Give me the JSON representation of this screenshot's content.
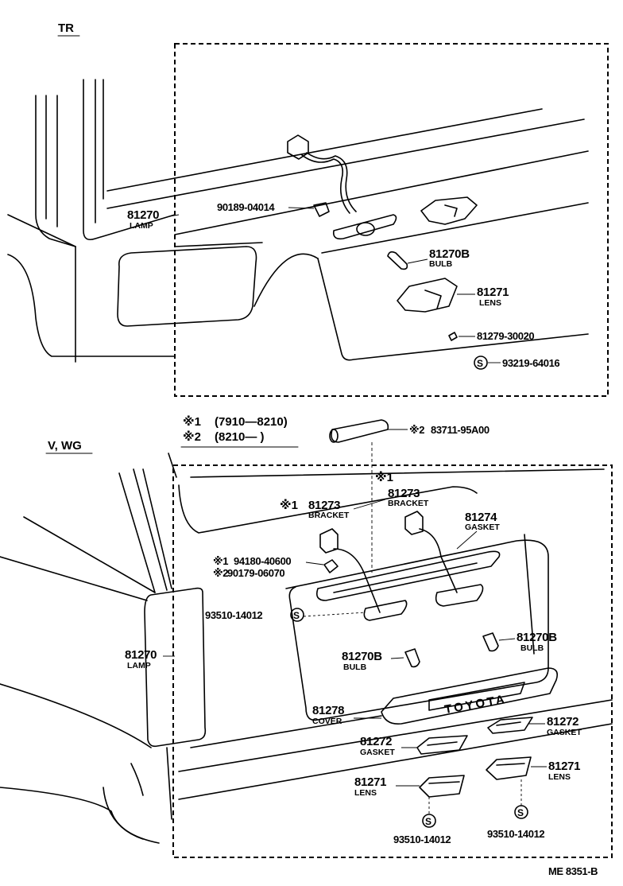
{
  "sections": {
    "top": "TR",
    "bottom": "V, WG"
  },
  "notes": {
    "n1_mark": "※1",
    "n1_range": "(7910—8210)",
    "n2_mark": "※2",
    "n2_range": "(8210—      )",
    "star1": "※1"
  },
  "tr": {
    "lamp": {
      "number": "81270",
      "name": "LAMP"
    },
    "screw": {
      "number": "90189-04014"
    },
    "bulb": {
      "number": "81270B",
      "name": "BULB"
    },
    "lens": {
      "number": "81271",
      "name": "LENS"
    },
    "gasket_small": {
      "number": "81279-30020"
    },
    "screw_s": {
      "mark": "S",
      "number": "93219-64016"
    }
  },
  "vwg": {
    "cap": {
      "mark": "※2",
      "number": "83711-95A00"
    },
    "bracket1": {
      "mark": "※1",
      "number": "81273",
      "name": "BRACKET"
    },
    "bracket2": {
      "number": "81273",
      "name": "BRACKET"
    },
    "gasket_top": {
      "number": "81274",
      "name": "GASKET"
    },
    "clip1": {
      "mark": "※1",
      "number": "94180-40600"
    },
    "clip2": {
      "mark": "※2",
      "number": "90179-06070"
    },
    "screw_left": {
      "mark": "S",
      "number": "93510-14012"
    },
    "lamp": {
      "number": "81270",
      "name": "LAMP"
    },
    "bulb_left": {
      "number": "81270B",
      "name": "BULB"
    },
    "bulb_right": {
      "number": "81270B",
      "name": "BULB"
    },
    "cover": {
      "number": "81278",
      "name": "COVER",
      "logo": "TOYOTA"
    },
    "gasket_right": {
      "number": "81272",
      "name": "GASKET"
    },
    "gasket_left": {
      "number": "81272",
      "name": "GASKET"
    },
    "lens_right": {
      "number": "81271",
      "name": "LENS"
    },
    "lens_left": {
      "number": "81271",
      "name": "LENS"
    },
    "screw_bl": {
      "mark": "S",
      "number": "93510-14012"
    },
    "screw_br": {
      "mark": "S",
      "number": "93510-14012"
    }
  },
  "footer": {
    "code": "ME  8351-B"
  }
}
